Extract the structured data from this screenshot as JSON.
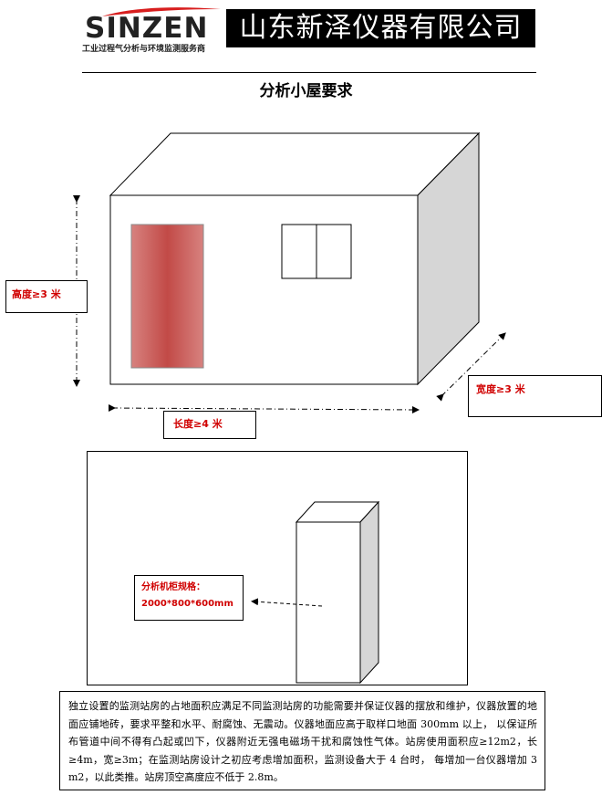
{
  "header": {
    "logo_text": "SINZEN",
    "tagline": "工业过程气分析与环境监测服务商",
    "company_name": "山东新泽仪器有限公司"
  },
  "title": "分析小屋要求",
  "room": {
    "height_label": "高度≥3 米",
    "length_label": "长度≥4 米",
    "width_label": "宽度≥3 米"
  },
  "cabinet": {
    "spec_title": "分析机柜规格：",
    "spec_value": "2000*800*600mm"
  },
  "description": "独立设置的监测站房的占地面积应满足不同监测站房的功能需要并保证仪器的摆放和维护，仪器放置的地面应铺地砖，要求平整和水平、耐腐蚀、无震动。仪器地面应高于取样口地面 300mm 以上， 以保证所布管道中间不得有凸起或凹下，仪器附近无强电磁场干扰和腐蚀性气体。站房使用面积应≥12m2，长≥4m，宽≥3m；在监测站房设计之初应考虑增加面积，监测设备大于 4 台时， 每增加一台仪器增加 3 m2，以此类推。站房顶空高度应不低于 2.8m。",
  "colors": {
    "accent_red": "#d00000",
    "logo_swoosh": "#d81e1e",
    "door": "#c8524f",
    "wall_side": "#d6d6d6"
  }
}
